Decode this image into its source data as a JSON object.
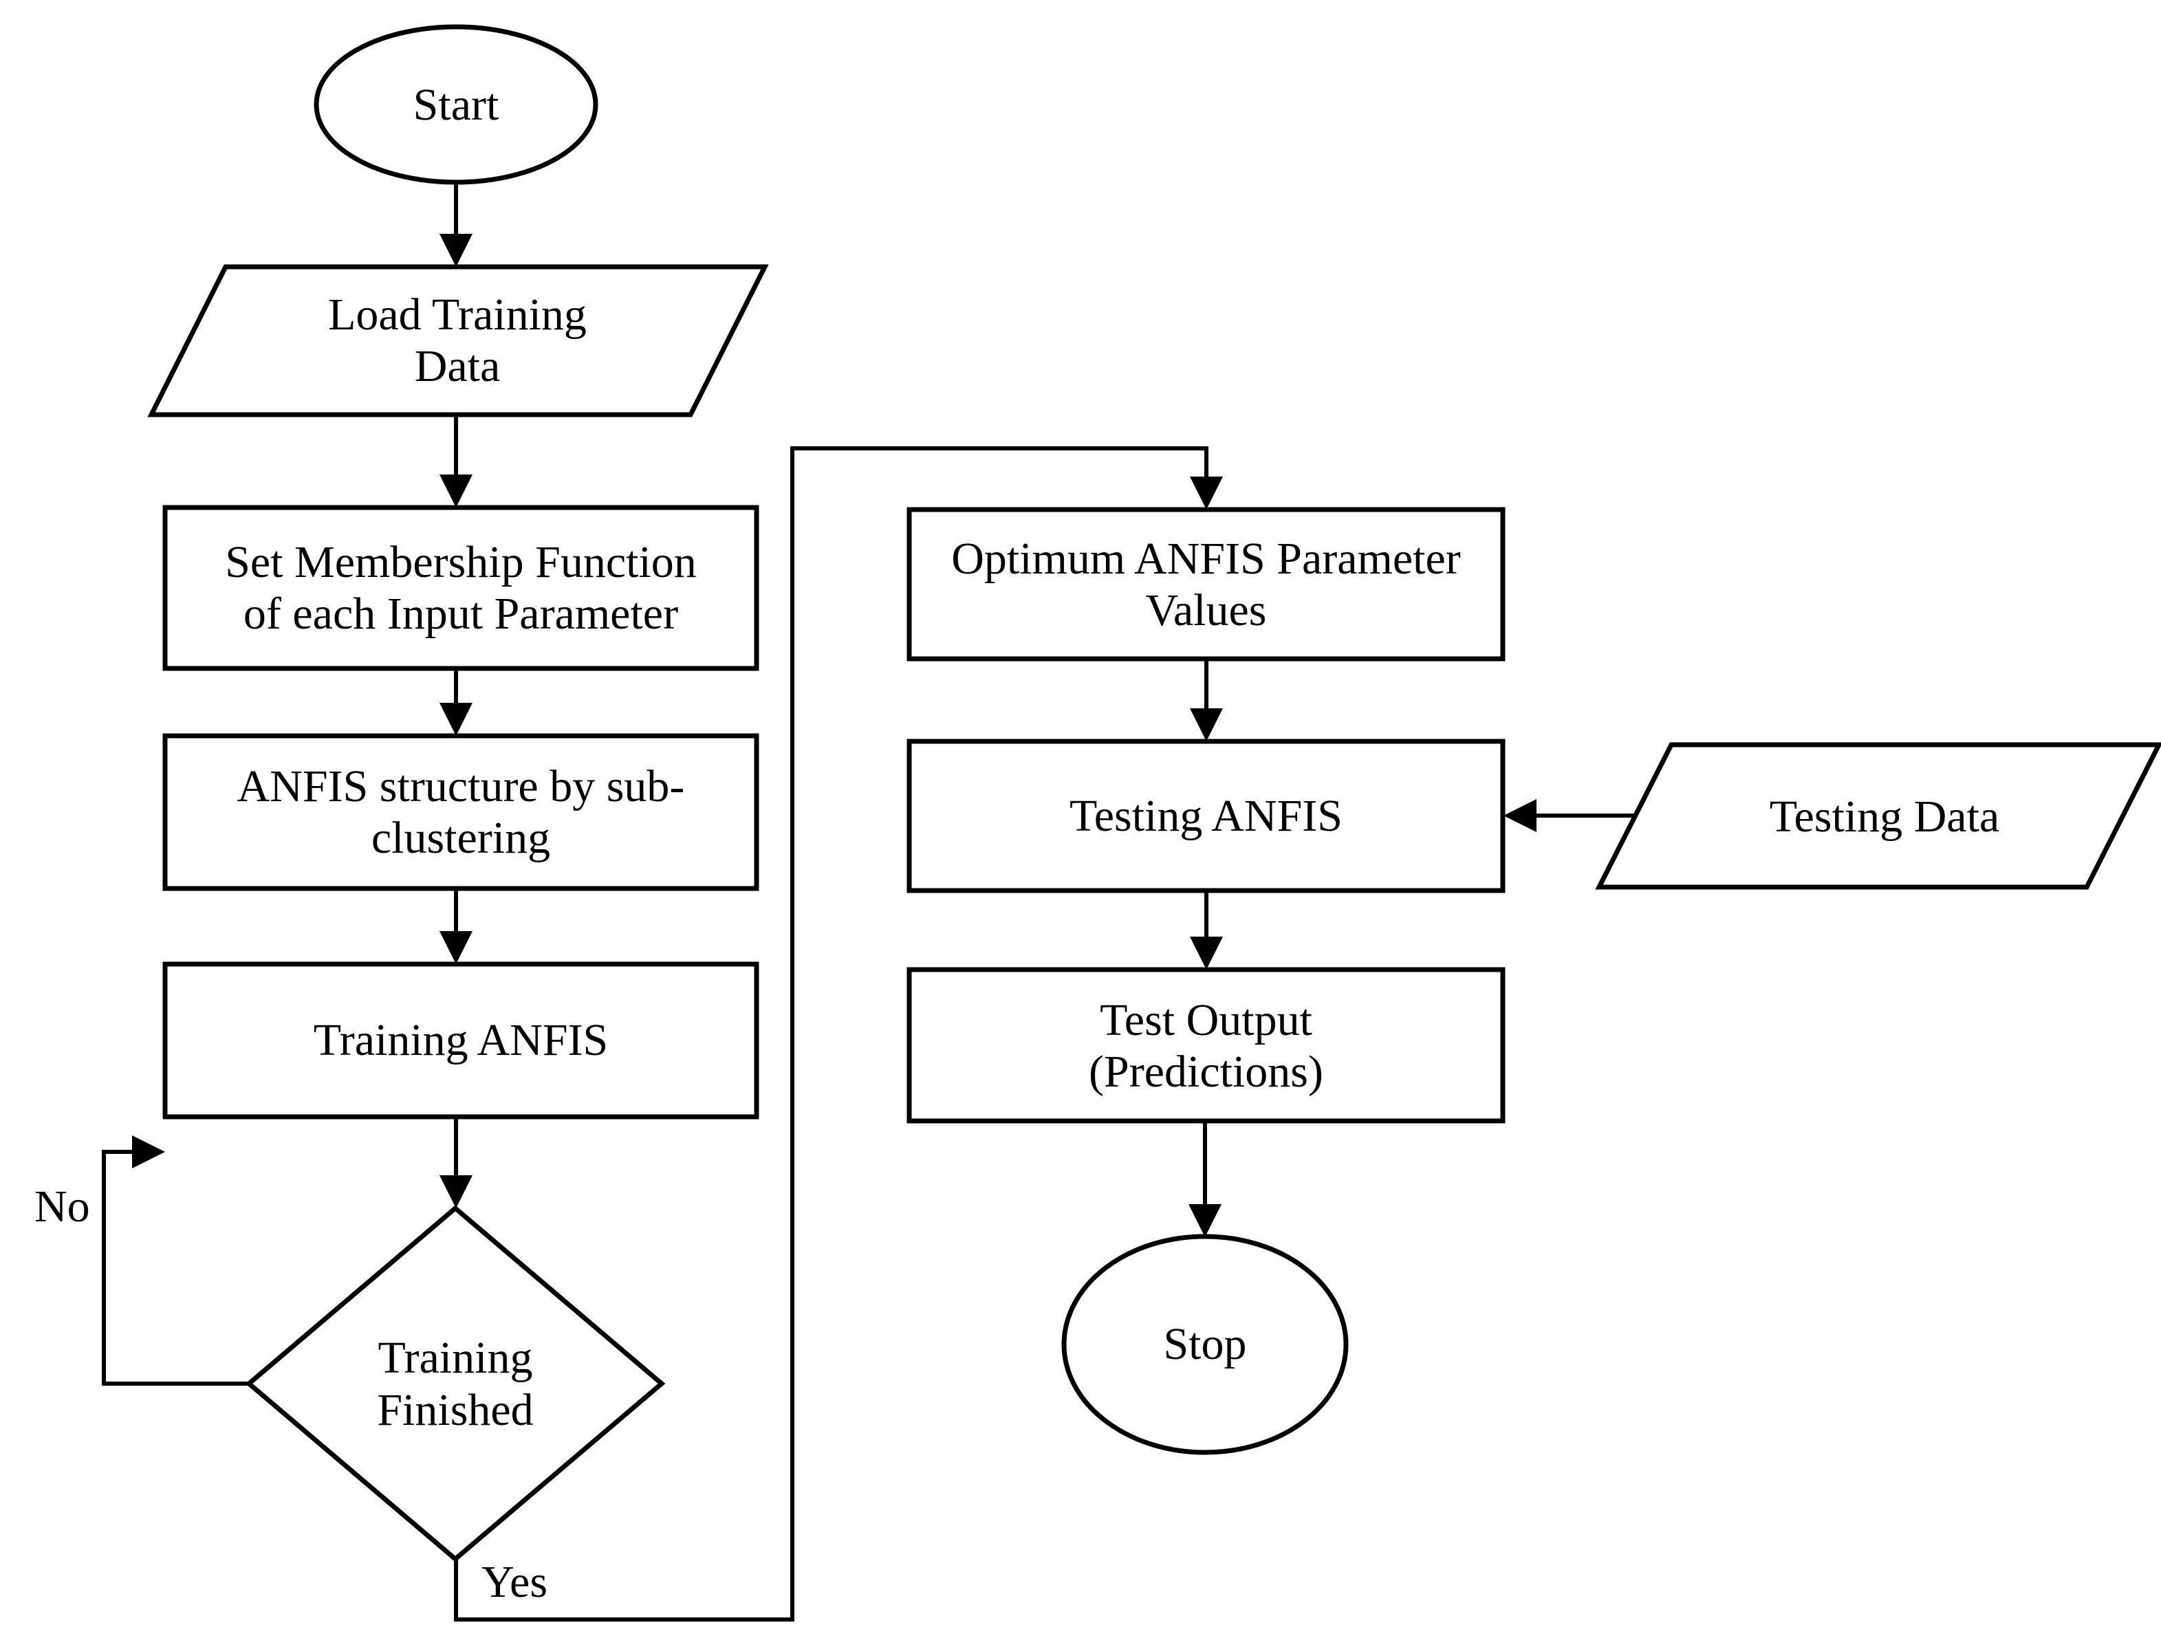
{
  "diagram": {
    "type": "flowchart",
    "title": "ANFIS training and testing flowchart",
    "background_color": "#ffffff",
    "stroke_color": "#000000",
    "text_color": "#000000"
  },
  "nodes": {
    "start": {
      "label": "Start",
      "shape": "ellipse"
    },
    "load_training_data": {
      "label": "Load Training\nData",
      "shape": "parallelogram"
    },
    "set_membership": {
      "label": "Set Membership Function\nof each Input Parameter",
      "shape": "rectangle"
    },
    "anfis_structure": {
      "label": "ANFIS structure by sub-\nclustering",
      "shape": "rectangle"
    },
    "training_anfis": {
      "label": "Training ANFIS",
      "shape": "rectangle"
    },
    "training_finished": {
      "label": "Training\nFinished",
      "shape": "diamond"
    },
    "optimum_parameters": {
      "label": "Optimum ANFIS Parameter\nValues",
      "shape": "rectangle"
    },
    "testing_anfis": {
      "label": "Testing ANFIS",
      "shape": "rectangle"
    },
    "testing_data": {
      "label": "Testing Data",
      "shape": "parallelogram"
    },
    "test_output": {
      "label": "Test Output\n(Predictions)",
      "shape": "rectangle"
    },
    "stop": {
      "label": "Stop",
      "shape": "ellipse"
    }
  },
  "edge_labels": {
    "no": "No",
    "yes": "Yes"
  },
  "edges": [
    {
      "from": "start",
      "to": "load_training_data",
      "label": ""
    },
    {
      "from": "load_training_data",
      "to": "set_membership",
      "label": ""
    },
    {
      "from": "set_membership",
      "to": "anfis_structure",
      "label": ""
    },
    {
      "from": "anfis_structure",
      "to": "training_anfis",
      "label": ""
    },
    {
      "from": "training_anfis",
      "to": "training_finished",
      "label": ""
    },
    {
      "from": "training_finished",
      "to": "training_anfis",
      "label": "No"
    },
    {
      "from": "training_finished",
      "to": "optimum_parameters",
      "label": "Yes"
    },
    {
      "from": "optimum_parameters",
      "to": "testing_anfis",
      "label": ""
    },
    {
      "from": "testing_data",
      "to": "testing_anfis",
      "label": ""
    },
    {
      "from": "testing_anfis",
      "to": "test_output",
      "label": ""
    },
    {
      "from": "test_output",
      "to": "stop",
      "label": ""
    }
  ]
}
